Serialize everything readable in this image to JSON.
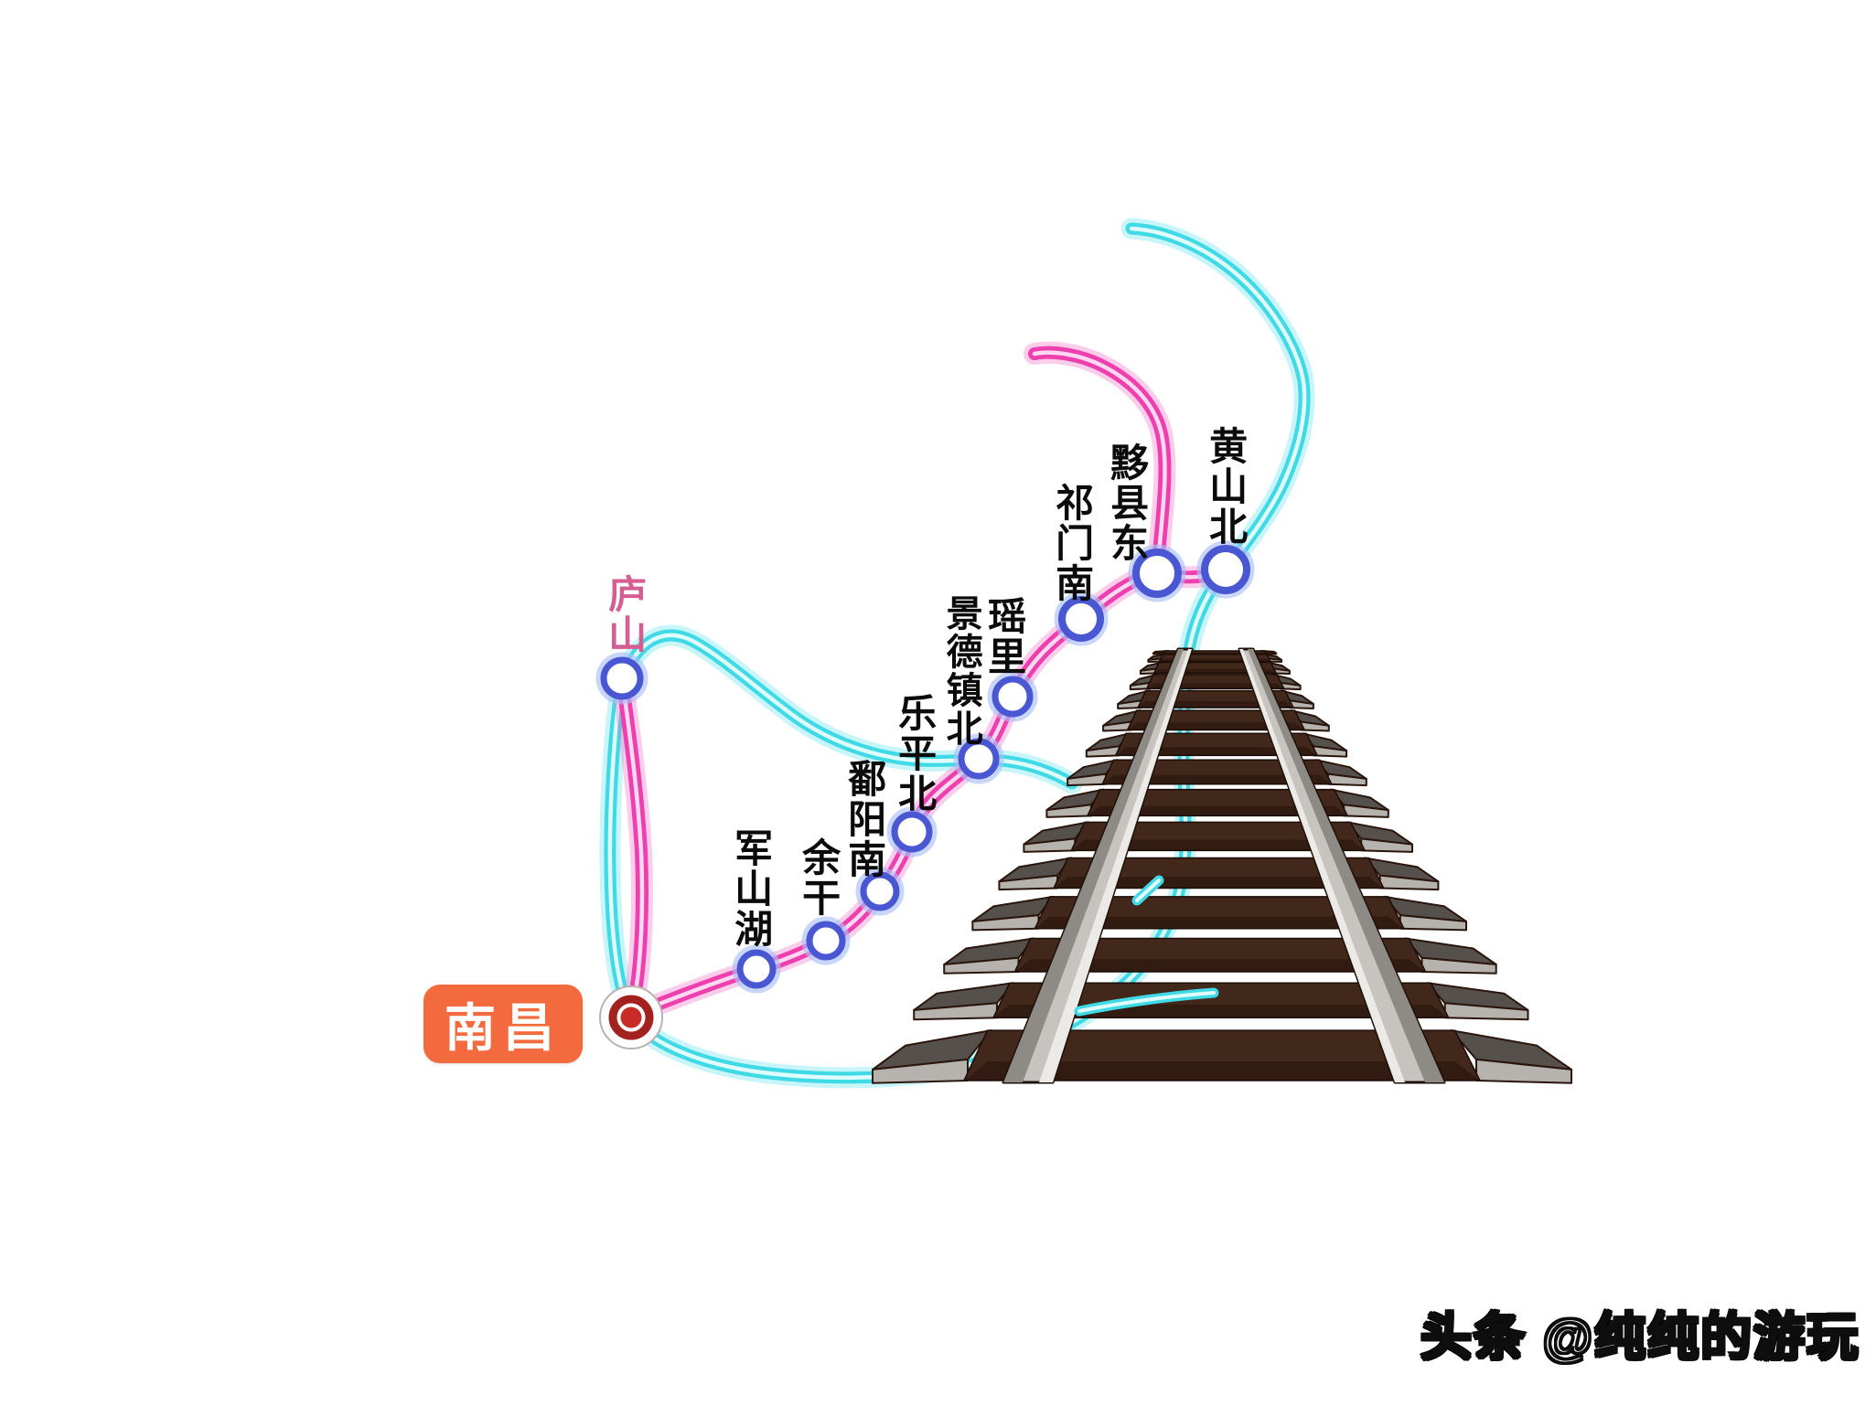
{
  "map": {
    "origin": {
      "name": "南昌"
    },
    "lushan": {
      "name": "庐山"
    },
    "stations": [
      {
        "name": "军山湖"
      },
      {
        "name": "余干"
      },
      {
        "name": "鄱阳南"
      },
      {
        "name": "乐平北"
      },
      {
        "name": "景德镇北"
      },
      {
        "name": "瑶里"
      },
      {
        "name": "祁门南"
      },
      {
        "name": "黟县东"
      },
      {
        "name": "黄山北"
      }
    ],
    "colors": {
      "pink_line": "#ee3fae",
      "cyan_line": "#40d9e6",
      "station_ring": "#4a57d2",
      "origin_box": "#f26a3e",
      "lushan_text": "#d45e91",
      "bullseye_red": "#c92b27",
      "sleeper_brown": "#42271b",
      "rail_gray": "#c7c4c0"
    },
    "watermark": "头条 @纯纯的游玩"
  }
}
